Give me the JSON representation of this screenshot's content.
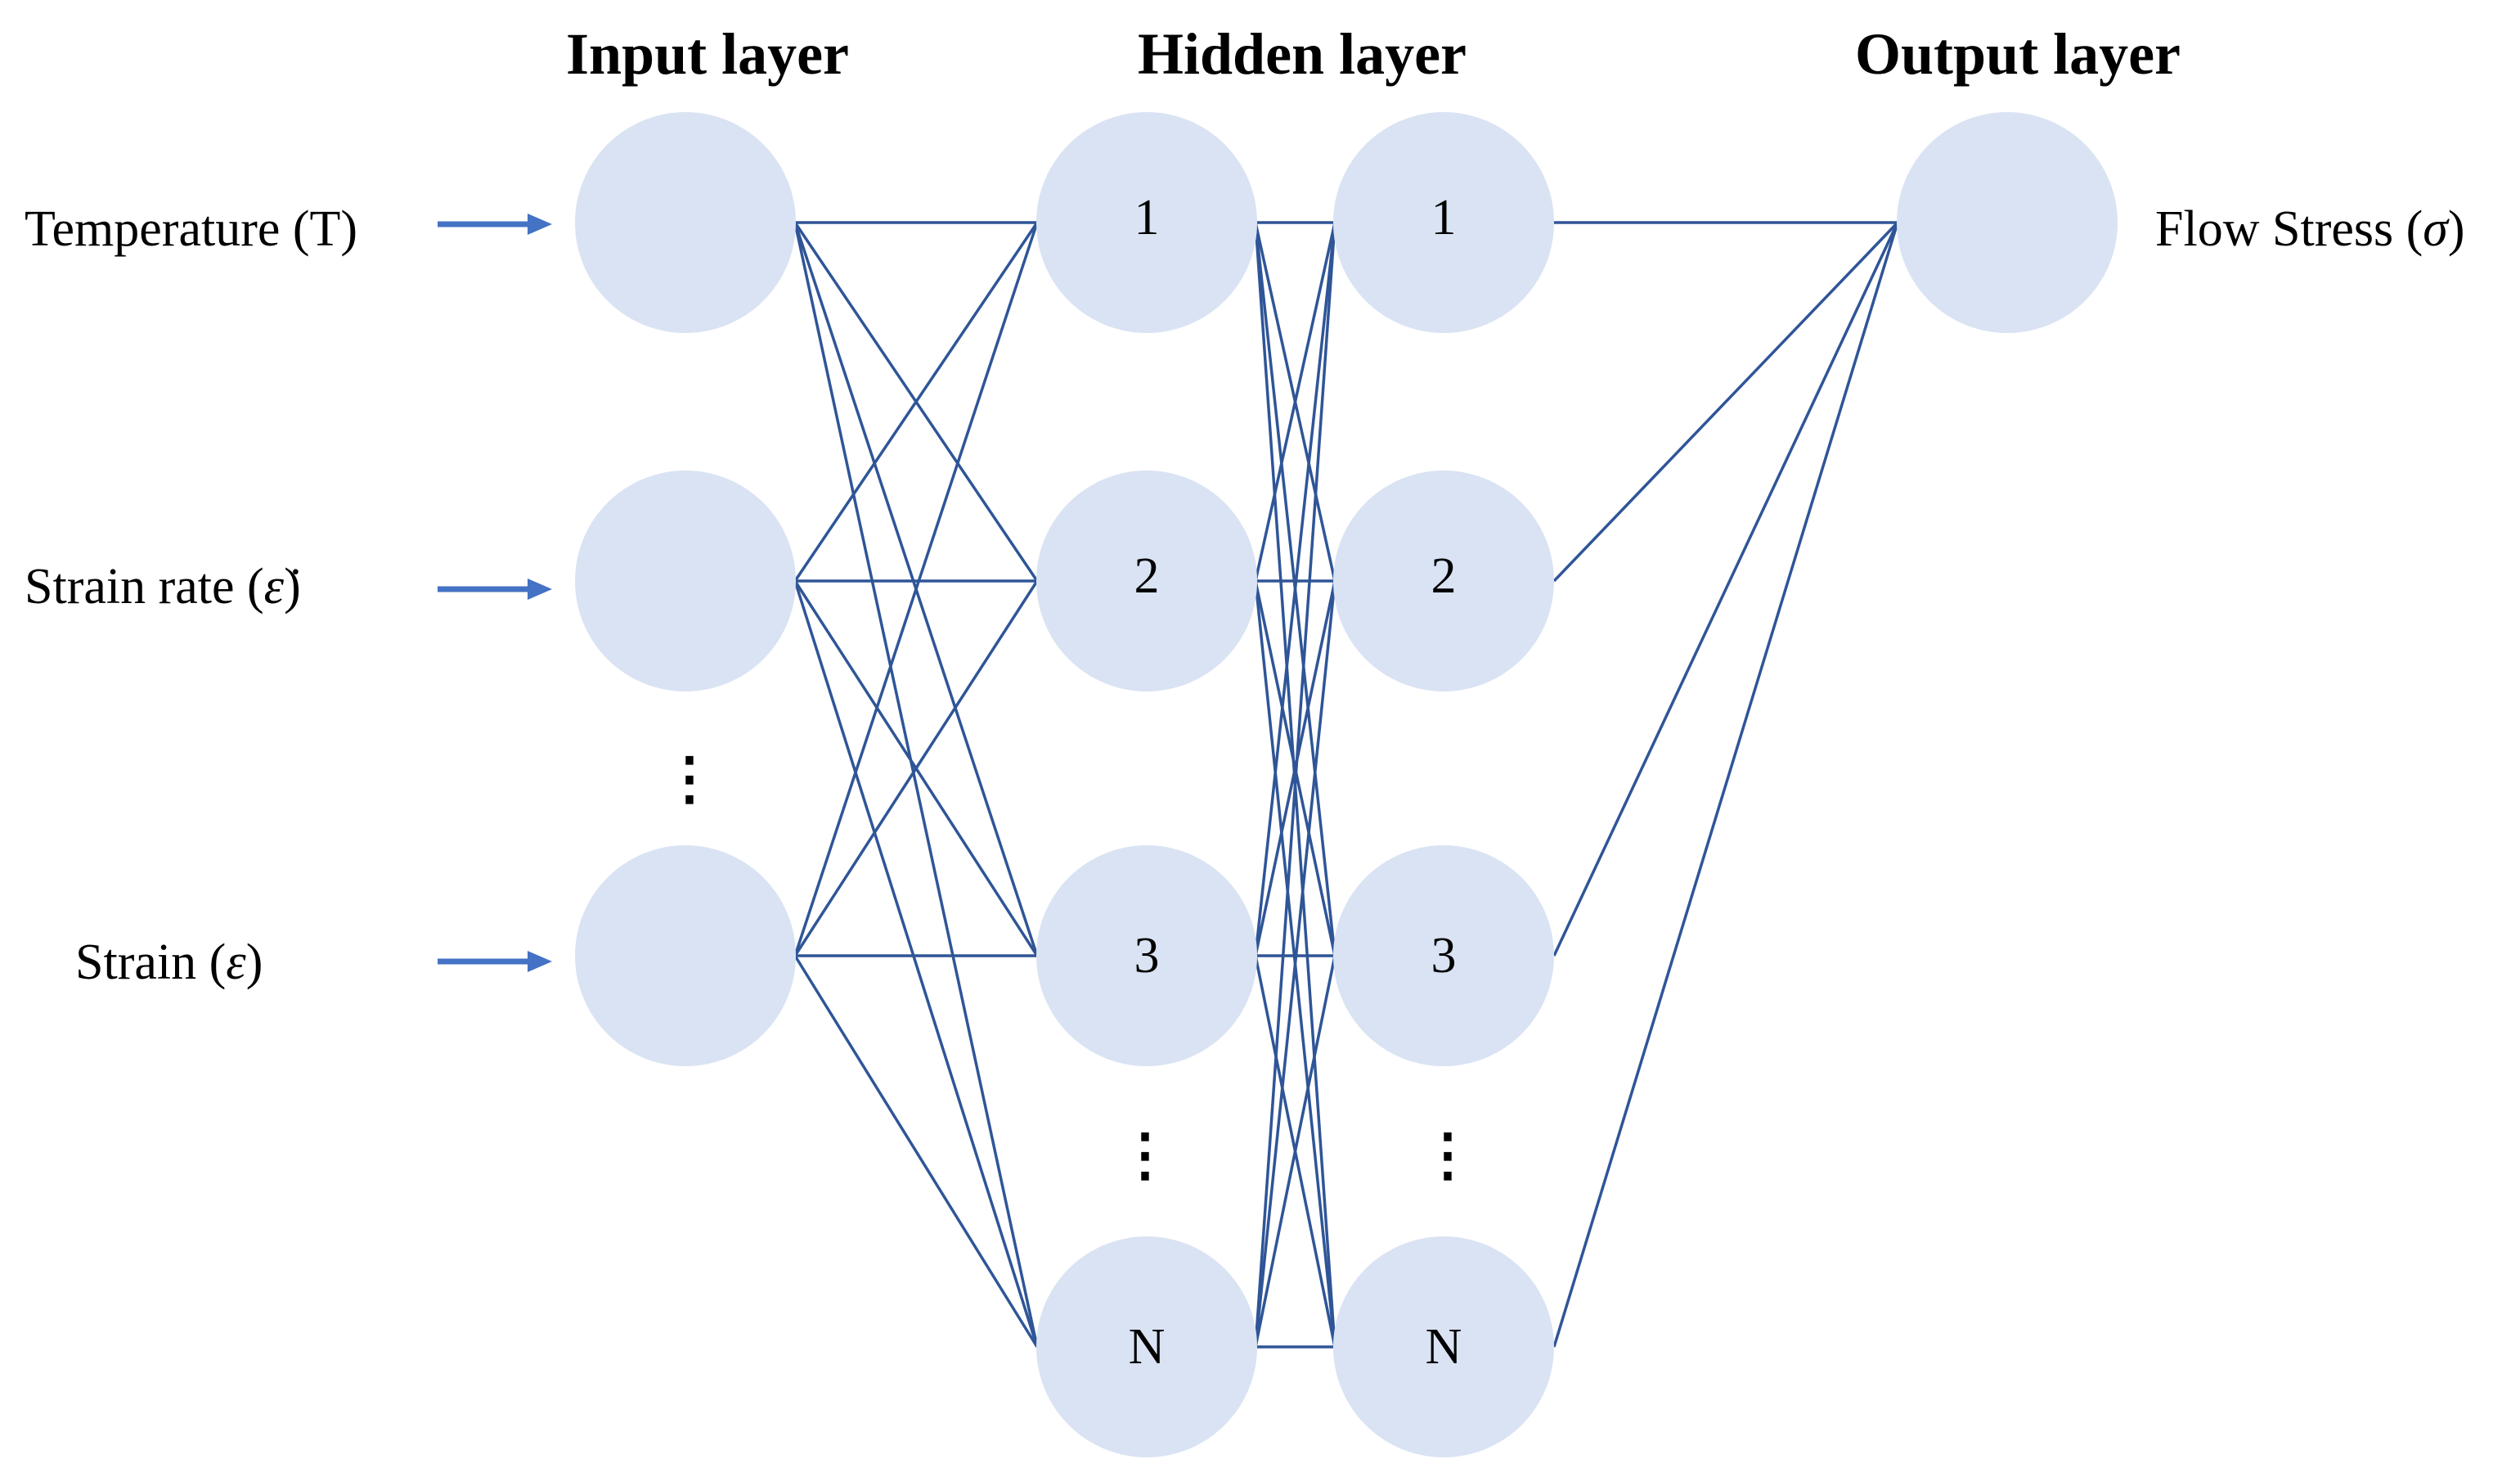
{
  "headers": {
    "input": "Input layer",
    "hidden": "Hidden layer",
    "output": "Output layer"
  },
  "inputs": {
    "temperature": {
      "prefix": "Temperature (",
      "symbol": "T",
      "suffix": ")"
    },
    "strain_rate": {
      "prefix": "Strain rate (",
      "symbol": "ε̇",
      "suffix": ")"
    },
    "strain": {
      "prefix": "Strain (",
      "symbol": "ε",
      "suffix": ")"
    }
  },
  "output": {
    "prefix": "Flow Stress (",
    "symbol": "σ",
    "suffix": ")"
  },
  "hidden_layer_1": {
    "node_labels": [
      "1",
      "2",
      "3",
      "N"
    ]
  },
  "hidden_layer_2": {
    "node_labels": [
      "1",
      "2",
      "3",
      "N"
    ]
  },
  "ellipsis": "⋮",
  "colors": {
    "node_fill": "#dae3f3",
    "connection_line": "#2f5597",
    "arrow": "#4472c4"
  }
}
